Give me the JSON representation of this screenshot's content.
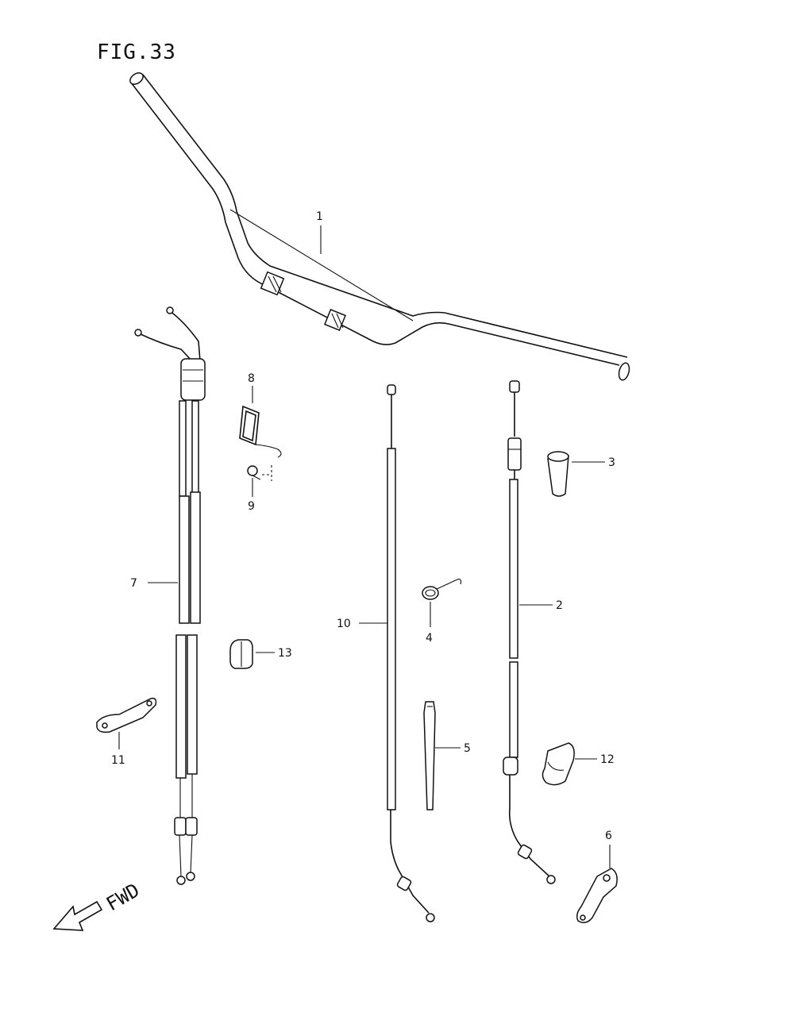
{
  "figure": {
    "title": "FIG.33",
    "direction_label": "FWD"
  },
  "callouts": [
    {
      "id": "c1",
      "text": "1"
    },
    {
      "id": "c2",
      "text": "2"
    },
    {
      "id": "c3",
      "text": "3"
    },
    {
      "id": "c4",
      "text": "4"
    },
    {
      "id": "c5",
      "text": "5"
    },
    {
      "id": "c6",
      "text": "6"
    },
    {
      "id": "c7",
      "text": "7"
    },
    {
      "id": "c8",
      "text": "8"
    },
    {
      "id": "c9",
      "text": "9"
    },
    {
      "id": "c10",
      "text": "10"
    },
    {
      "id": "c11",
      "text": "11"
    },
    {
      "id": "c12",
      "text": "12"
    },
    {
      "id": "c13",
      "text": "13"
    }
  ],
  "icons": {
    "direction_arrow": "fwd-arrow-icon"
  }
}
